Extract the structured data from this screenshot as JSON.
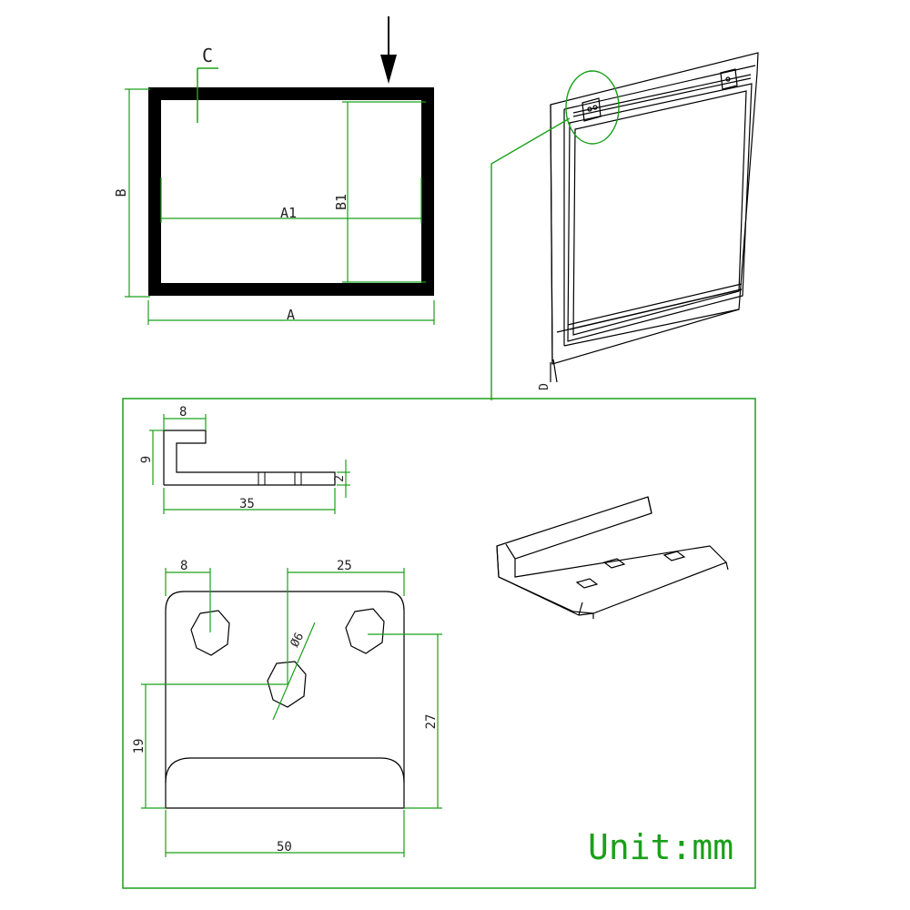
{
  "top_left_view": {
    "labels": {
      "section_mark": "C",
      "width_outer": "A",
      "width_inner": "A1",
      "height_outer": "B",
      "height_inner": "B1"
    }
  },
  "top_right_view": {
    "labels": {
      "detail_mark": "D"
    }
  },
  "bracket_side_view": {
    "dims": {
      "lip_width": "8",
      "lip_height": "9",
      "length": "35",
      "thickness": "2"
    }
  },
  "bracket_plan_view": {
    "dims": {
      "left_hole_offset": "8",
      "hole_spacing": "25",
      "hole_diameter": "Ø6",
      "center_hole_height": "19",
      "side_hole_height": "27",
      "width": "50"
    }
  },
  "unit_note": "Unit:mm",
  "colors": {
    "line": "#000000",
    "dimension": "#1aa01a",
    "frame_fill": "#000000"
  }
}
